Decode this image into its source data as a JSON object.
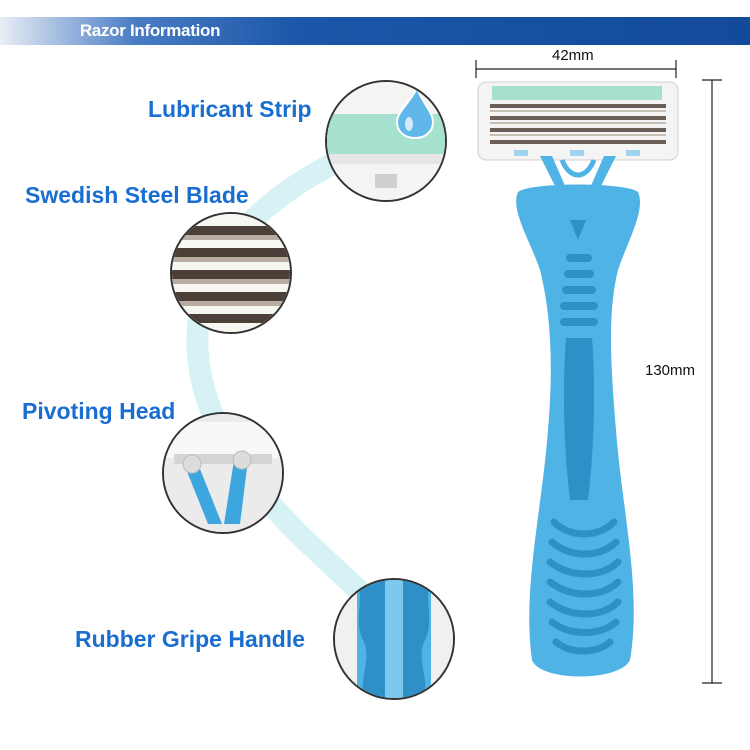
{
  "header": {
    "title": "Razor Information"
  },
  "features": [
    {
      "label": "Lubricant Strip"
    },
    {
      "label": "Swedish Steel Blade"
    },
    {
      "label": "Pivoting Head"
    },
    {
      "label": "Rubber Gripe Handle"
    }
  ],
  "dimensions": {
    "width_label": "42mm",
    "height_label": "130mm"
  },
  "colors": {
    "header_blue": "#134a99",
    "label_blue": "#1a6ed0",
    "handle_blue": "#4fb3e6",
    "strip_mint": "#a6e0cf"
  }
}
